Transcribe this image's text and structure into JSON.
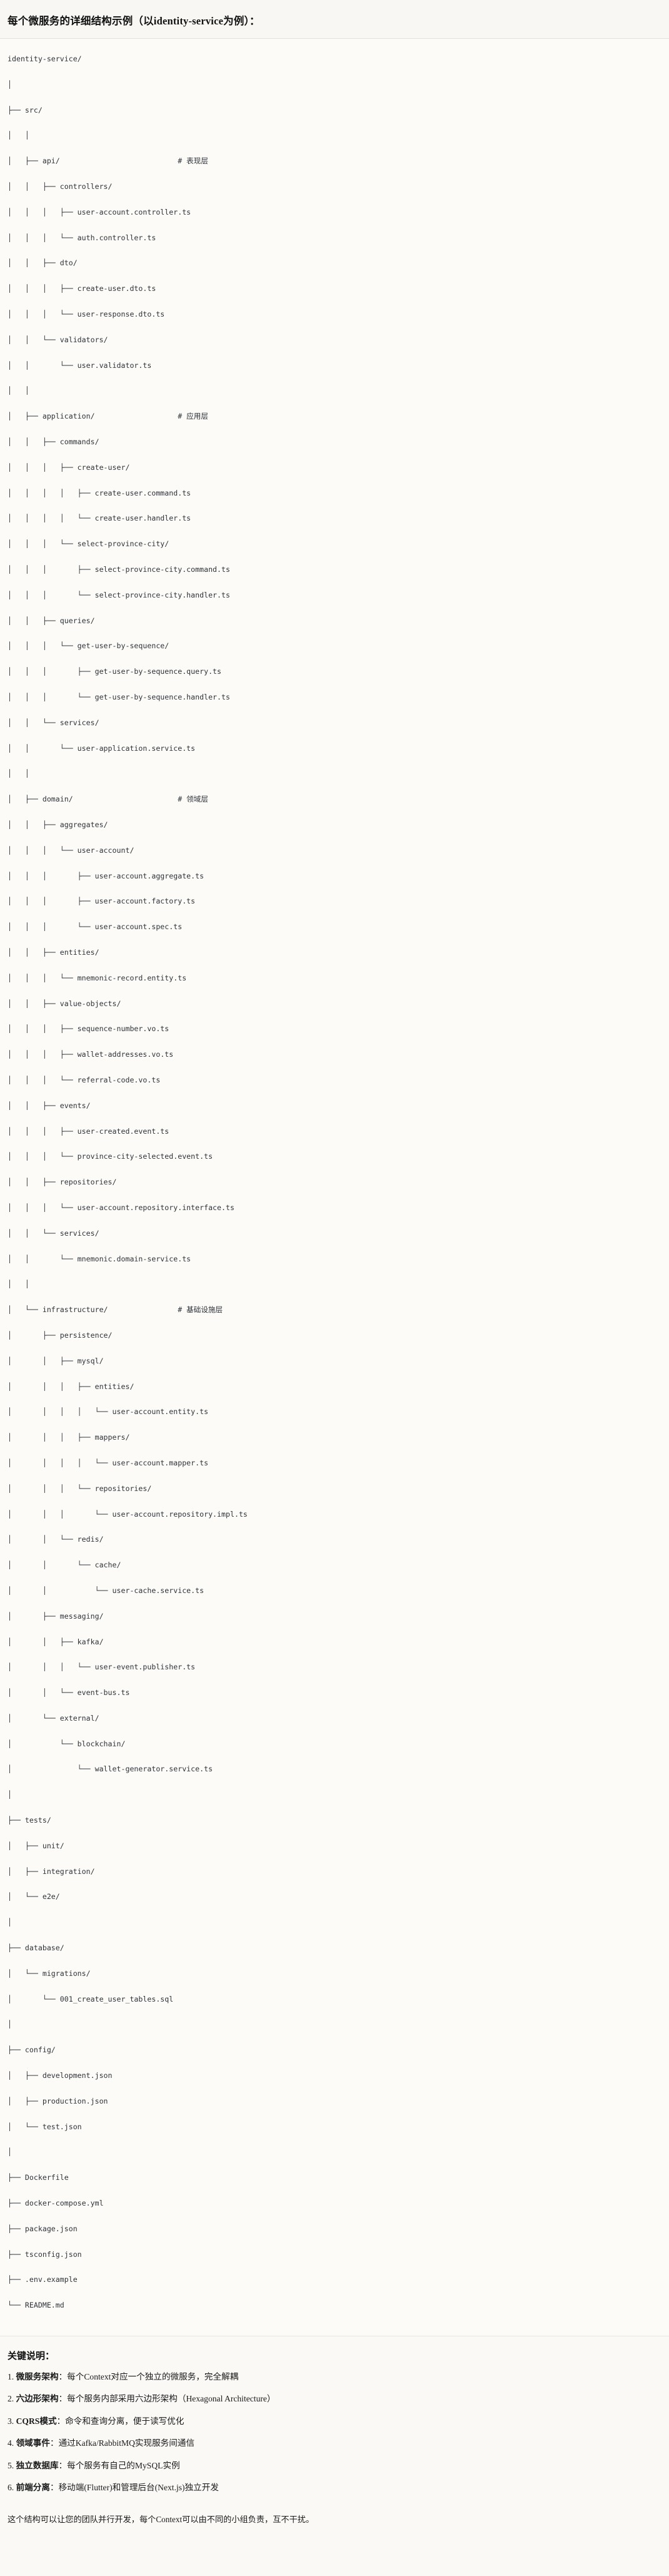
{
  "header": {
    "title": "每个微服务的详细结构示例（以identity-service为例）："
  },
  "tree": {
    "root": "identity-service/",
    "lines": [
      "identity-service/",
      "│",
      "├── src/",
      "│   │",
      "│   ├── api/                           # 表现层",
      "│   │   ├── controllers/",
      "│   │   │   ├── user-account.controller.ts",
      "│   │   │   └── auth.controller.ts",
      "│   │   ├── dto/",
      "│   │   │   ├── create-user.dto.ts",
      "│   │   │   └── user-response.dto.ts",
      "│   │   └── validators/",
      "│   │       └── user.validator.ts",
      "│   │",
      "│   ├── application/                   # 应用层",
      "│   │   ├── commands/",
      "│   │   │   ├── create-user/",
      "│   │   │   │   ├── create-user.command.ts",
      "│   │   │   │   └── create-user.handler.ts",
      "│   │   │   └── select-province-city/",
      "│   │   │       ├── select-province-city.command.ts",
      "│   │   │       └── select-province-city.handler.ts",
      "│   │   ├── queries/",
      "│   │   │   └── get-user-by-sequence/",
      "│   │   │       ├── get-user-by-sequence.query.ts",
      "│   │   │       └── get-user-by-sequence.handler.ts",
      "│   │   └── services/",
      "│   │       └── user-application.service.ts",
      "│   │",
      "│   ├── domain/                        # 领域层",
      "│   │   ├── aggregates/",
      "│   │   │   └── user-account/",
      "│   │   │       ├── user-account.aggregate.ts",
      "│   │   │       ├── user-account.factory.ts",
      "│   │   │       └── user-account.spec.ts",
      "│   │   ├── entities/",
      "│   │   │   └── mnemonic-record.entity.ts",
      "│   │   ├── value-objects/",
      "│   │   │   ├── sequence-number.vo.ts",
      "│   │   │   ├── wallet-addresses.vo.ts",
      "│   │   │   └── referral-code.vo.ts",
      "│   │   ├── events/",
      "│   │   │   ├── user-created.event.ts",
      "│   │   │   └── province-city-selected.event.ts",
      "│   │   ├── repositories/",
      "│   │   │   └── user-account.repository.interface.ts",
      "│   │   └── services/",
      "│   │       └── mnemonic.domain-service.ts",
      "│   │",
      "│   └── infrastructure/                # 基础设施层",
      "│       ├── persistence/",
      "│       │   ├── mysql/",
      "│       │   │   ├── entities/",
      "│       │   │   │   └── user-account.entity.ts",
      "│       │   │   ├── mappers/",
      "│       │   │   │   └── user-account.mapper.ts",
      "│       │   │   └── repositories/",
      "│       │   │       └── user-account.repository.impl.ts",
      "│       │   └── redis/",
      "│       │       └── cache/",
      "│       │           └── user-cache.service.ts",
      "│       ├── messaging/",
      "│       │   ├── kafka/",
      "│       │   │   └── user-event.publisher.ts",
      "│       │   └── event-bus.ts",
      "│       └── external/",
      "│           └── blockchain/",
      "│               └── wallet-generator.service.ts",
      "│",
      "├── tests/",
      "│   ├── unit/",
      "│   ├── integration/",
      "│   └── e2e/",
      "│",
      "├── database/",
      "│   └── migrations/",
      "│       └── 001_create_user_tables.sql",
      "│",
      "├── config/",
      "│   ├── development.json",
      "│   ├── production.json",
      "│   └── test.json",
      "│",
      "├── Dockerfile",
      "├── docker-compose.yml",
      "├── package.json",
      "├── tsconfig.json",
      "├── .env.example",
      "└── README.md"
    ],
    "layer_comments": [
      {
        "target": "api/",
        "text": "# 表现层"
      },
      {
        "target": "application/",
        "text": "# 应用层"
      },
      {
        "target": "domain/",
        "text": "# 领域层"
      },
      {
        "target": "infrastructure/",
        "text": "# 基础设施层"
      }
    ]
  },
  "notes": {
    "title": "关键说明：",
    "items": [
      {
        "num": "1.",
        "term": "微服务架构",
        "sep": "：",
        "body": "每个Context对应一个独立的微服务，完全解耦"
      },
      {
        "num": "2.",
        "term": "六边形架构",
        "sep": "：",
        "body": "每个服务内部采用六边形架构（Hexagonal Architecture）"
      },
      {
        "num": "3.",
        "term": "CQRS模式",
        "sep": "：",
        "body": "命令和查询分离，便于读写优化"
      },
      {
        "num": "4.",
        "term": "领域事件",
        "sep": "：",
        "body": "通过Kafka/RabbitMQ实现服务间通信"
      },
      {
        "num": "5.",
        "term": "独立数据库",
        "sep": "：",
        "body": "每个服务有自己的MySQL实例"
      },
      {
        "num": "6.",
        "term": "前端分离",
        "sep": "：",
        "body": "移动端(Flutter)和管理后台(Next.js)独立开发"
      }
    ]
  },
  "closing": "这个结构可以让您的团队并行开发，每个Context可以由不同的小组负责，互不干扰。"
}
